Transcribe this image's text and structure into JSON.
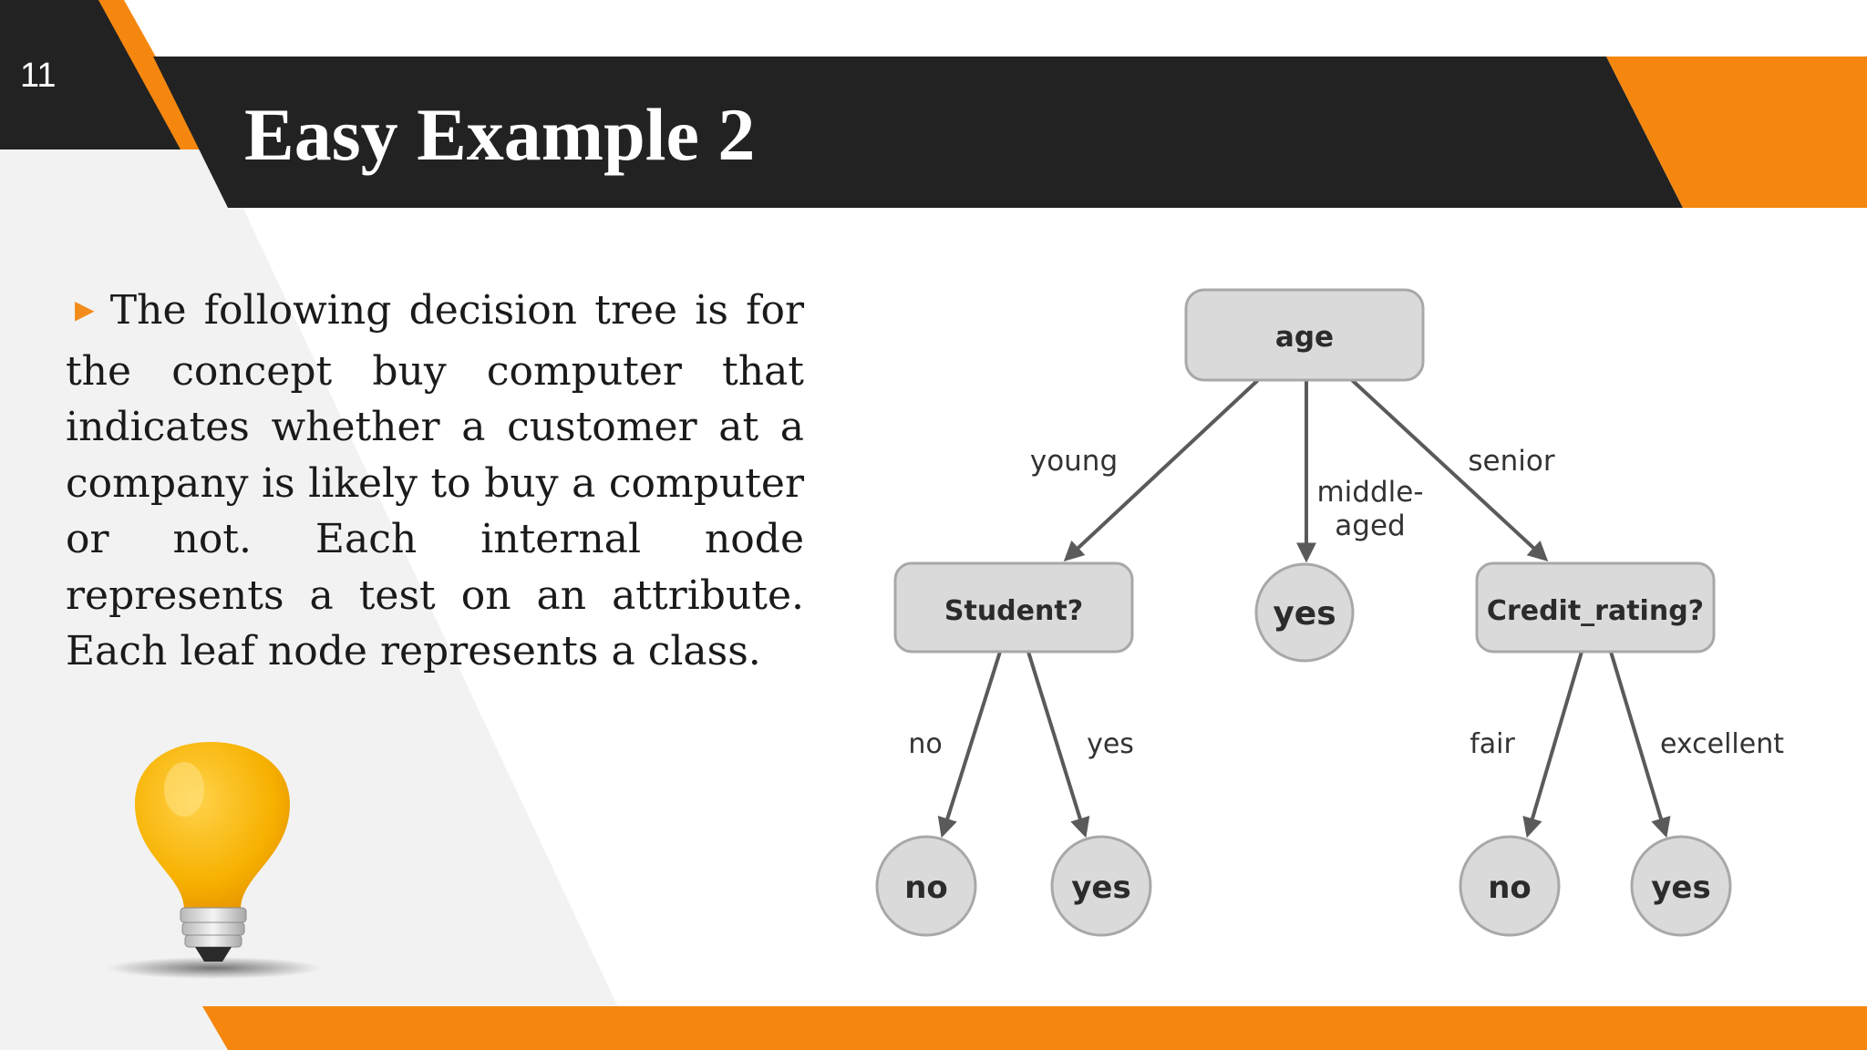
{
  "slide": {
    "page_number": "11",
    "title": "Easy Example 2",
    "body": "The following decision tree is for the concept  buy computer that indicates whether a customer at a company is likely to buy a computer or not. Each internal node represents a test on an attribute. Each leaf node represents a class."
  },
  "icons": {
    "bullet": "triangle-right-icon",
    "decoration": "light-bulb-icon"
  },
  "colors": {
    "accent_orange": "#f5870f",
    "header_dark": "#222222",
    "node_fill": "#dadada",
    "node_stroke": "#a8a8a8",
    "edge": "#5a5a5a"
  },
  "diagram": {
    "nodes": [
      {
        "id": "age",
        "label": "age",
        "shape": "rounded-rect"
      },
      {
        "id": "student",
        "label": "Student?",
        "shape": "rounded-rect"
      },
      {
        "id": "yes_mid",
        "label": "yes",
        "shape": "circle"
      },
      {
        "id": "credit",
        "label": "Credit_rating?",
        "shape": "rounded-rect"
      },
      {
        "id": "no_student",
        "label": "no",
        "shape": "circle"
      },
      {
        "id": "yes_student",
        "label": "yes",
        "shape": "circle"
      },
      {
        "id": "no_credit",
        "label": "no",
        "shape": "circle"
      },
      {
        "id": "yes_credit",
        "label": "yes",
        "shape": "circle"
      }
    ],
    "edges": [
      {
        "from": "age",
        "to": "student",
        "label": "young"
      },
      {
        "from": "age",
        "to": "yes_mid",
        "label_line1": "middle-",
        "label_line2": "aged"
      },
      {
        "from": "age",
        "to": "credit",
        "label": "senior"
      },
      {
        "from": "student",
        "to": "no_student",
        "label": "no"
      },
      {
        "from": "student",
        "to": "yes_student",
        "label": "yes"
      },
      {
        "from": "credit",
        "to": "no_credit",
        "label": "fair"
      },
      {
        "from": "credit",
        "to": "yes_credit",
        "label": "excellent"
      }
    ]
  }
}
